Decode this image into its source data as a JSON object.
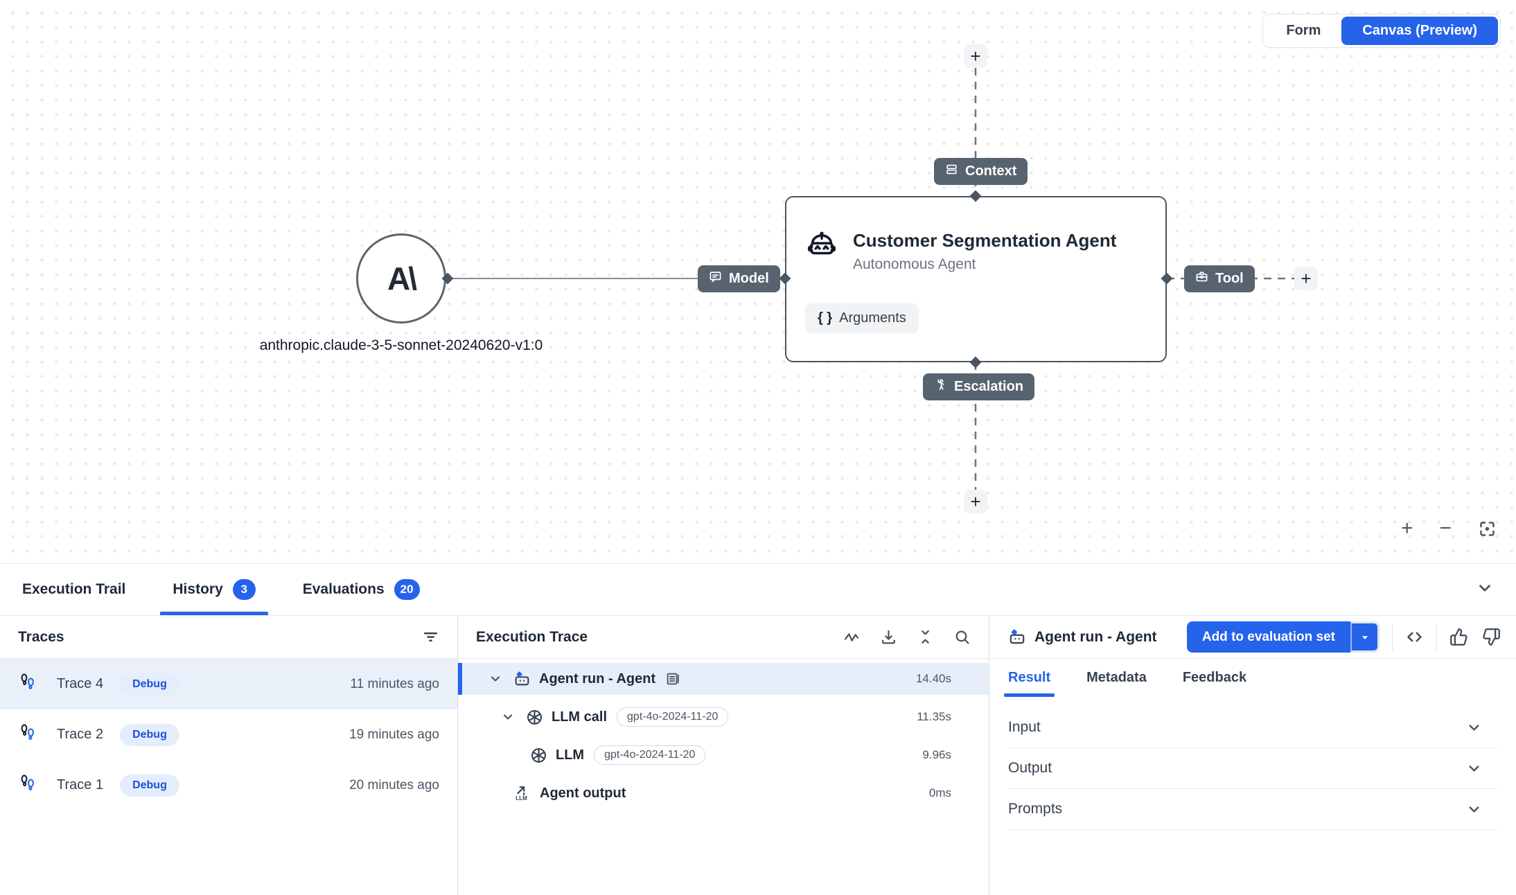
{
  "colors": {
    "accent": "#2563eb",
    "edge_chip_bg": "#586370",
    "selected_row_bg": "#e9f0fa"
  },
  "canvas": {
    "view_toggle": {
      "form_label": "Form",
      "canvas_label": "Canvas (Preview)"
    },
    "model_node": {
      "logo_text": "A\\",
      "label": "anthropic.claude-3-5-sonnet-20240620-v1:0"
    },
    "agent_node": {
      "title": "Customer Segmentation Agent",
      "subtitle": "Autonomous Agent",
      "arguments_braces": "{ }",
      "arguments_label": "Arguments"
    },
    "edge_labels": {
      "model": "Model",
      "context": "Context",
      "tool": "Tool",
      "escalation": "Escalation"
    },
    "plus_label": "+",
    "zoom_controls": {
      "zoom_in": "+",
      "zoom_out": "−"
    }
  },
  "tabs": {
    "items": [
      {
        "label": "Execution Trail",
        "badge": ""
      },
      {
        "label": "History",
        "badge": "3"
      },
      {
        "label": "Evaluations",
        "badge": "20"
      }
    ]
  },
  "traces": {
    "title": "Traces",
    "items": [
      {
        "name": "Trace 4",
        "badge": "Debug",
        "time": "11 minutes ago"
      },
      {
        "name": "Trace 2",
        "badge": "Debug",
        "time": "19 minutes ago"
      },
      {
        "name": "Trace 1",
        "badge": "Debug",
        "time": "20 minutes ago"
      }
    ]
  },
  "execution_trace": {
    "title": "Execution Trace",
    "rows": [
      {
        "label": "Agent run - Agent",
        "chip": "",
        "duration": "14.40s"
      },
      {
        "label": "LLM call",
        "chip": "gpt-4o-2024-11-20",
        "duration": "11.35s"
      },
      {
        "label": "LLM",
        "chip": "gpt-4o-2024-11-20",
        "duration": "9.96s"
      },
      {
        "label": "Agent output",
        "chip": "",
        "duration": "0ms"
      }
    ]
  },
  "detail": {
    "title": "Agent run - Agent",
    "primary_button": "Add to evaluation set",
    "tabs": [
      {
        "label": "Result"
      },
      {
        "label": "Metadata"
      },
      {
        "label": "Feedback"
      }
    ],
    "sections": [
      {
        "label": "Input"
      },
      {
        "label": "Output"
      },
      {
        "label": "Prompts"
      }
    ]
  }
}
